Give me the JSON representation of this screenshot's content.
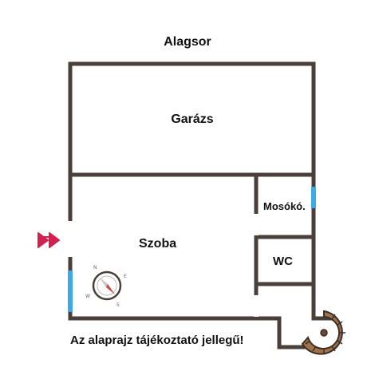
{
  "plan": {
    "title": "Alagsor",
    "rooms": {
      "garage": "Garázs",
      "room": "Szoba",
      "laundry": "Mosókó.",
      "wc": "WC"
    },
    "note": "Az alaprajz tájékoztató jellegű!"
  },
  "compass": {
    "letters": {
      "n": "N",
      "s": "S",
      "e": "E",
      "w": "W"
    }
  },
  "colors": {
    "wall": "#4a3f3a",
    "window": "#3fa9e6",
    "entrance_arrow": "#d3214f",
    "stair": "#a0724a"
  }
}
